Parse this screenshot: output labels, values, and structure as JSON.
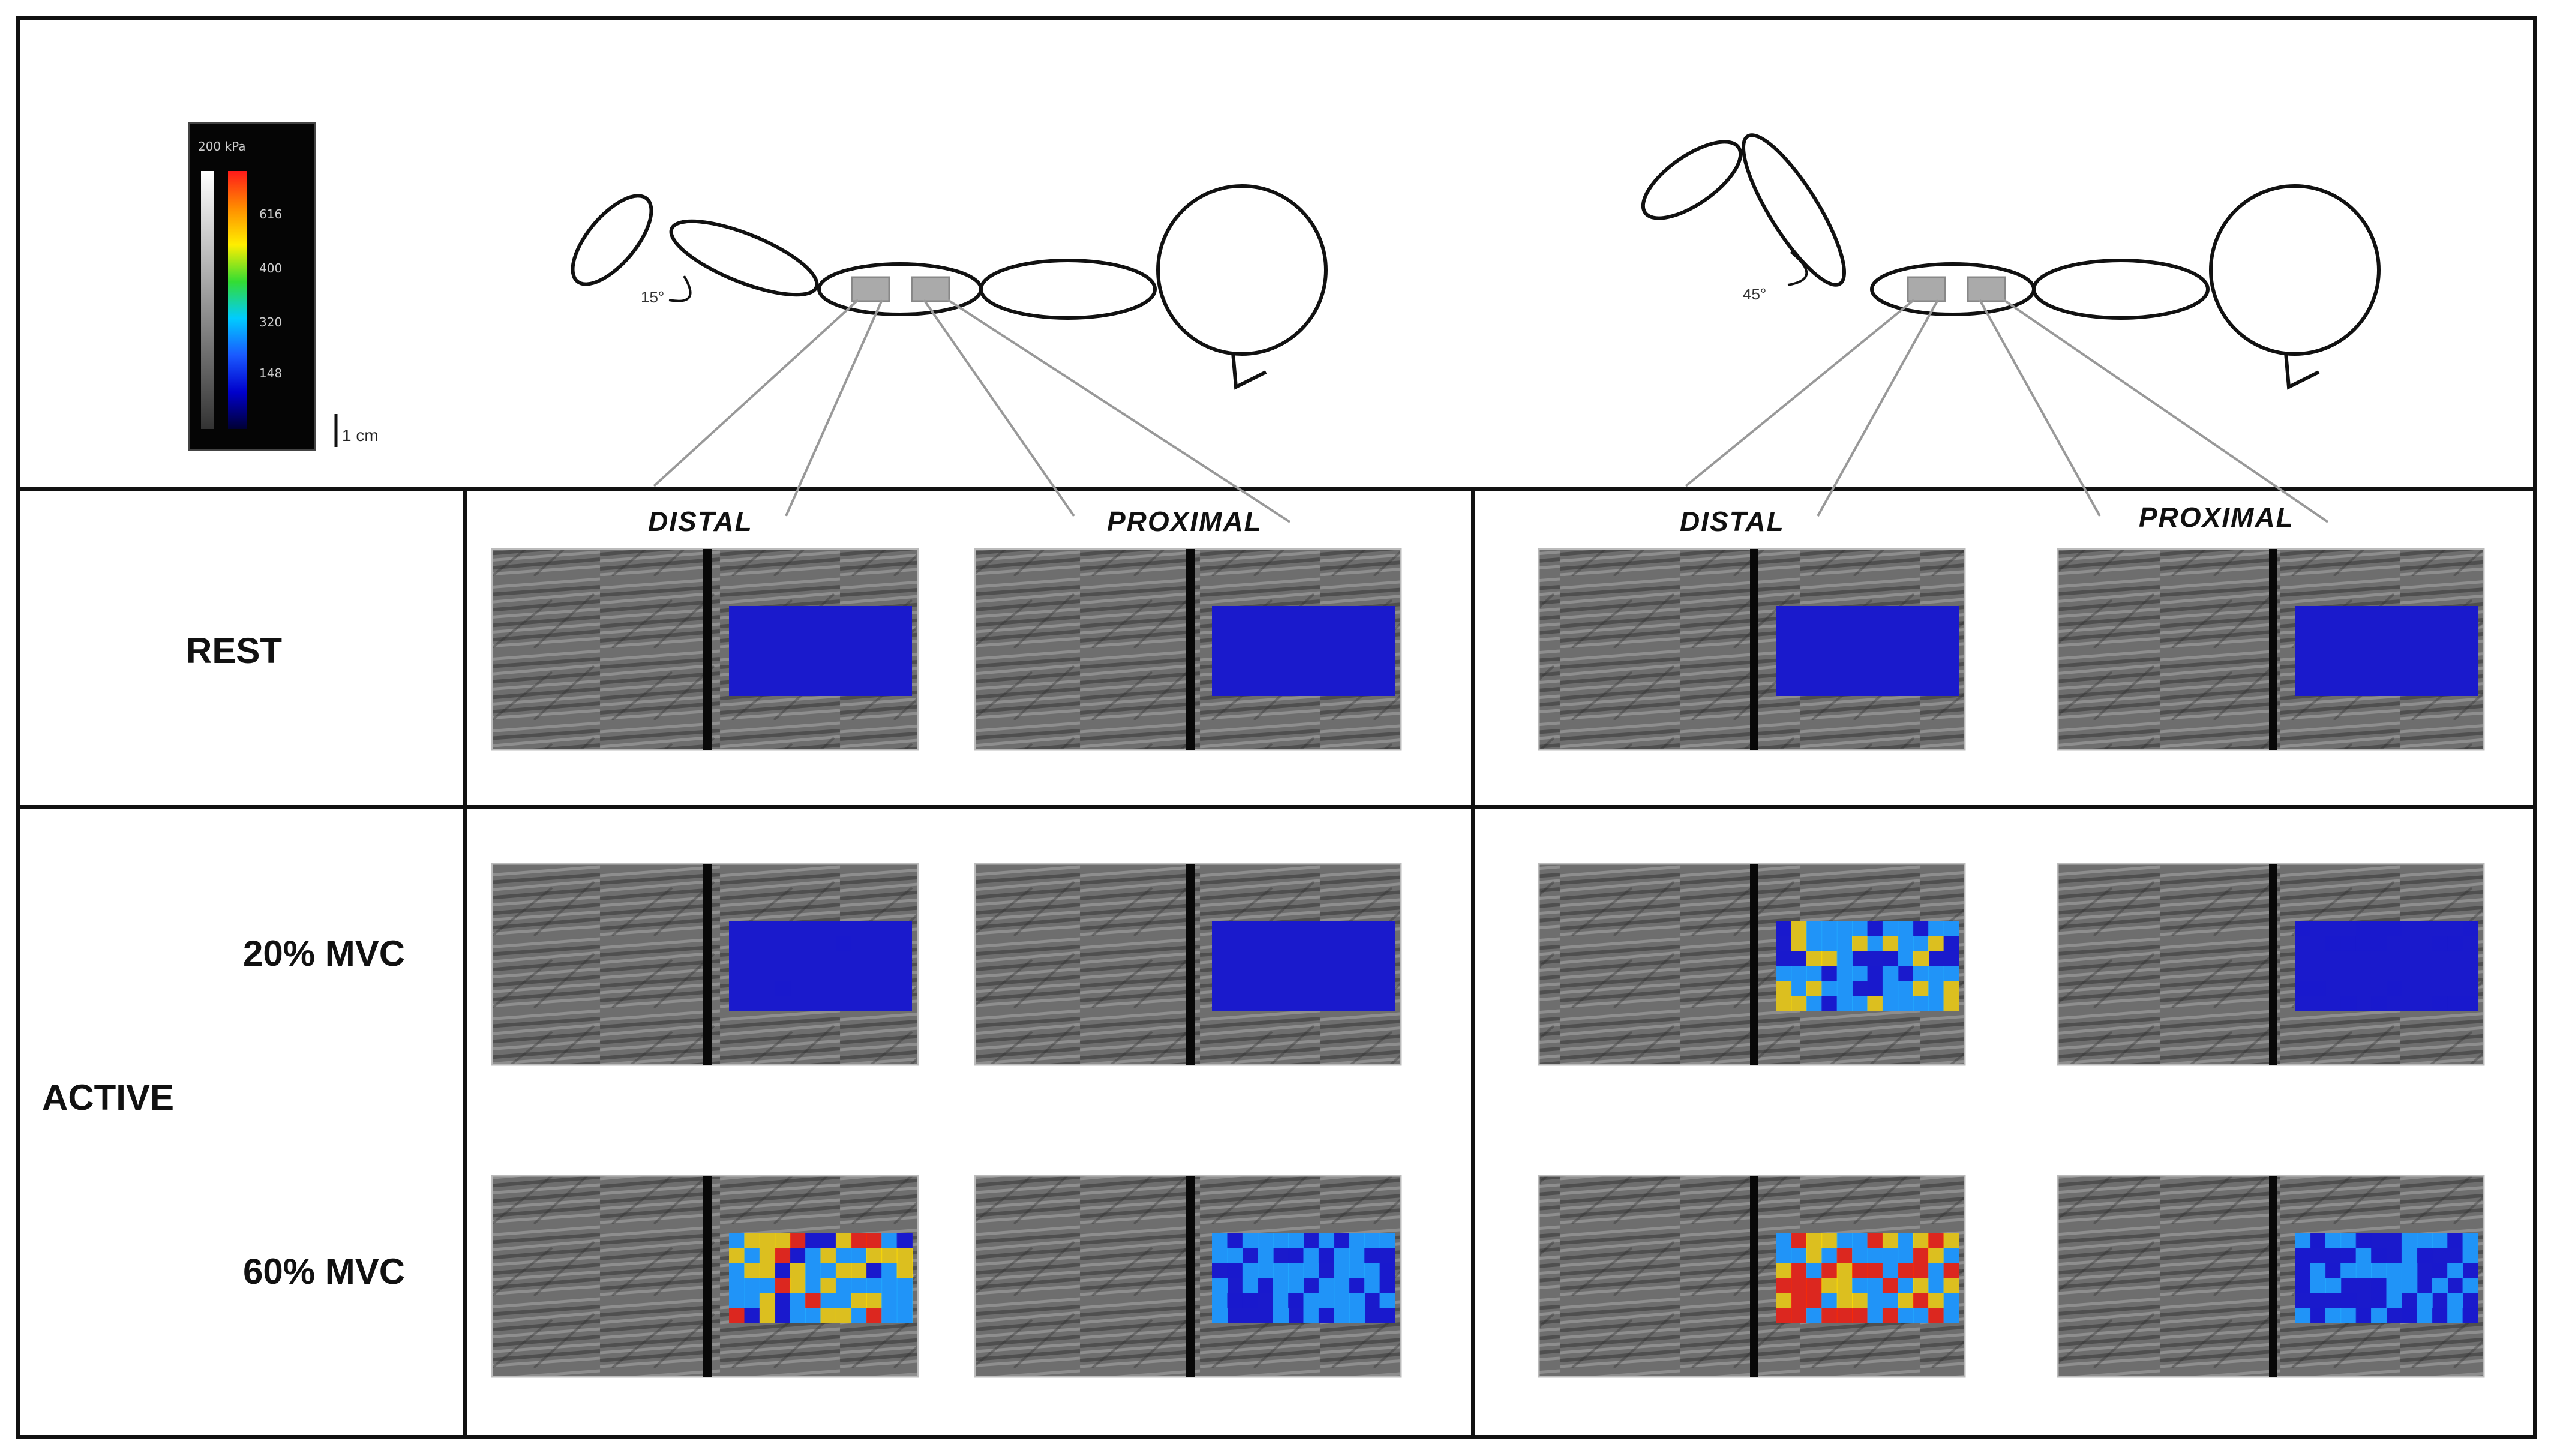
{
  "colorbar": {
    "top_label": "200 kPa",
    "ticks": [
      "616",
      "400",
      "320",
      "148"
    ],
    "stops": [
      "#ff1a1a",
      "#ff8c00",
      "#ffee00",
      "#33dd33",
      "#00ccff",
      "#1a5aff",
      "#0000cc",
      "#000033"
    ]
  },
  "scale_bar": {
    "label": "1 cm"
  },
  "angles": {
    "left": "15°",
    "right": "45°"
  },
  "columns": [
    "DISTAL",
    "PROXIMAL",
    "DISTAL",
    "PROXIMAL"
  ],
  "rows": {
    "rest": "REST",
    "active": "ACTIVE",
    "mvc20": "20% MVC",
    "mvc60": "60% MVC"
  },
  "heat_levels": {
    "rest": [
      0.05,
      0.05,
      0.05,
      0.05
    ],
    "mvc20": [
      0.12,
      0.07,
      0.45,
      0.15
    ],
    "mvc60": [
      0.55,
      0.3,
      0.75,
      0.25
    ]
  },
  "colors": {
    "border": "#111111",
    "heat_low": "#1a1acc",
    "heat_mid": "#22aaff",
    "heat_high": "#ffdd00",
    "heat_peak": "#ff2a00"
  }
}
